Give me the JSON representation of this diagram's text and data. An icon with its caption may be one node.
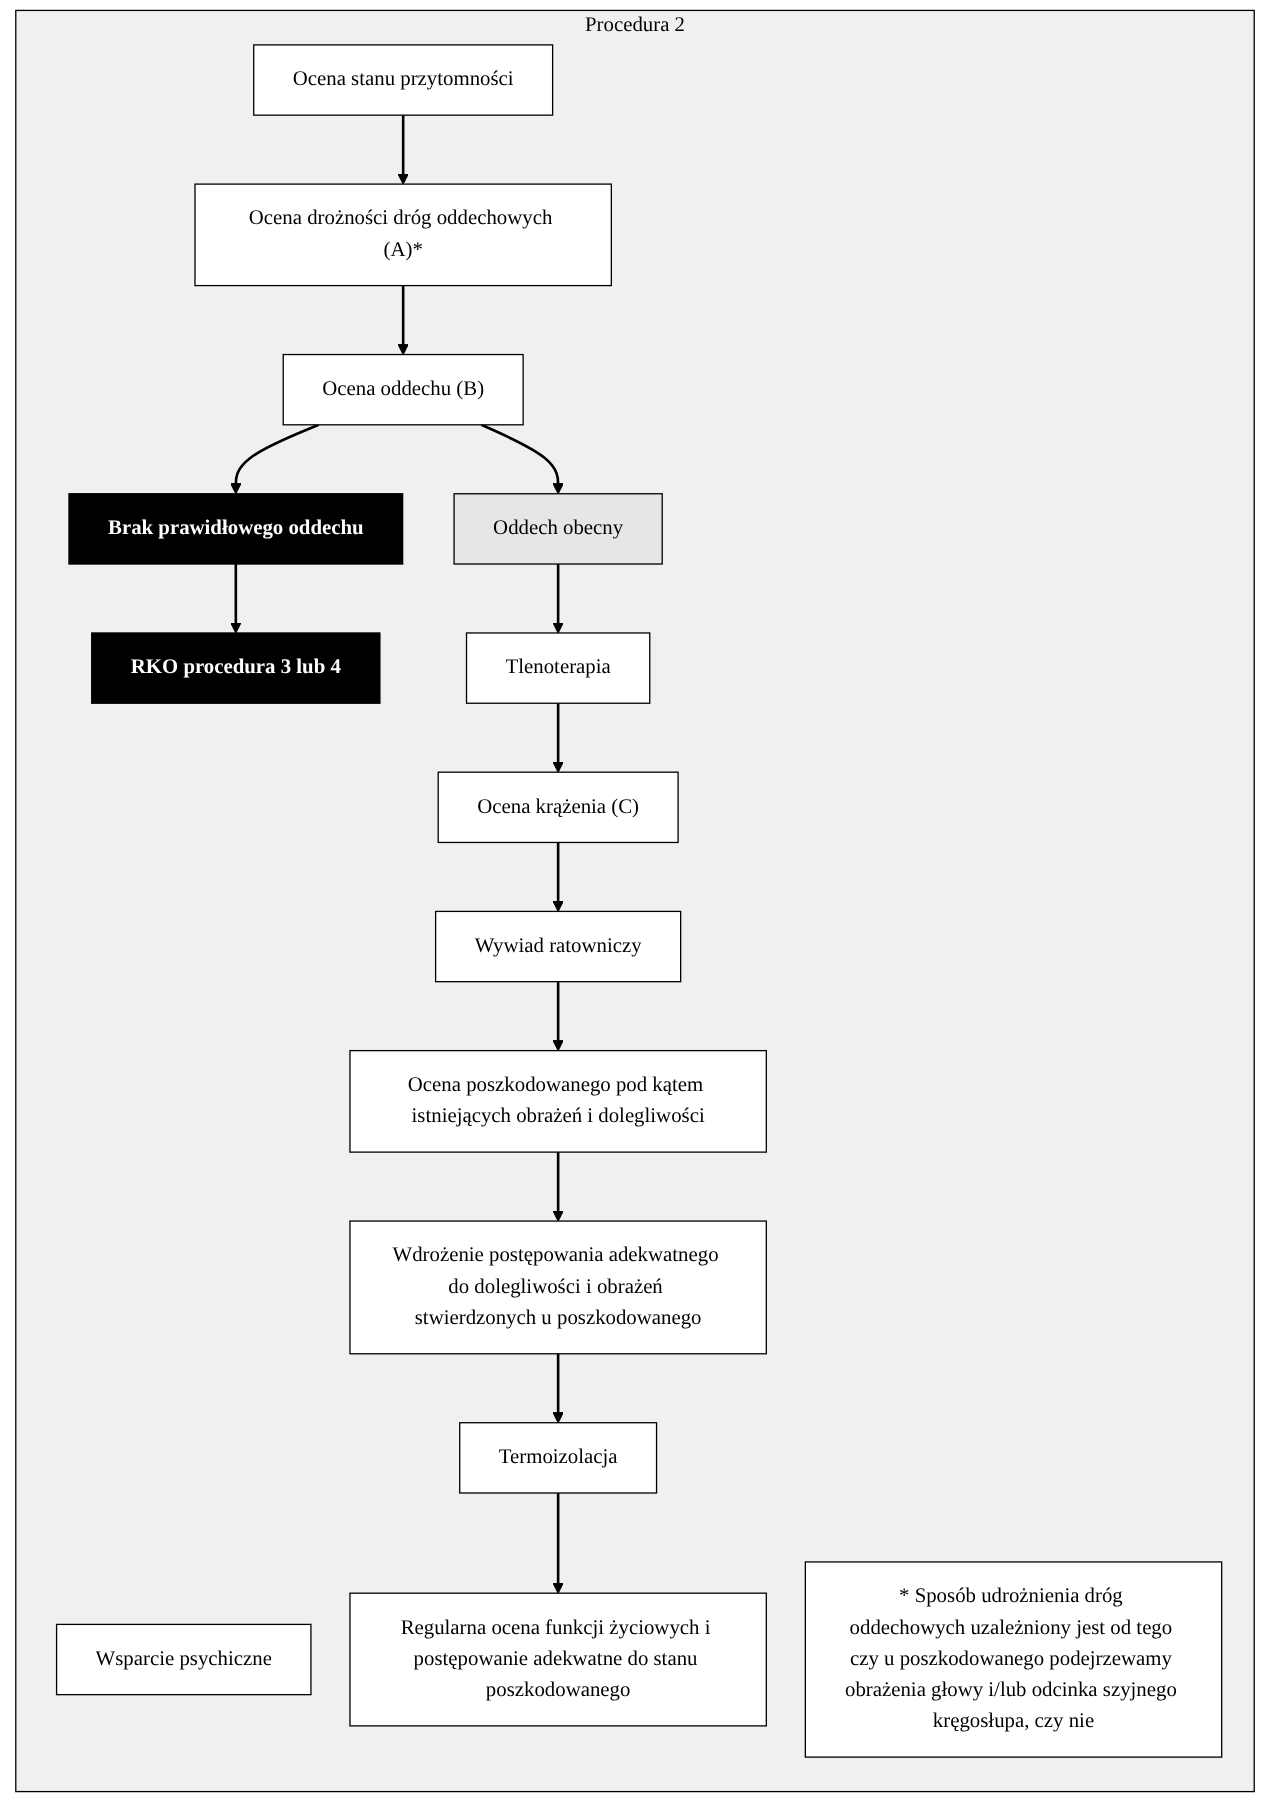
{
  "diagram": {
    "nodes": [
      {
        "text": [
          "Procedura 2"
        ]
      },
      {
        "text": [
          "Wsparcie psychiczne"
        ],
        "in": 0
      },
      {
        "text": [
          "Ocena stanu przytomności"
        ],
        "in": 0
      },
      {
        "text": [
          "Ocena drożności dróg oddechowych (A)*"
        ],
        "in": 0
      },
      {
        "text": [
          "* Sposób udrożnienia dróg oddechowych uzależniony jest od tego czy u poszkodowanego podejrzewamy obrażenia głowy i/lub odcinka szyjnego kręgosłupa, czy nie"
        ],
        "in": 0
      },
      {
        "text": [
          "Ocena oddechu (B)"
        ],
        "in": 0
      },
      {
        "text": [
          "Oddech obecny"
        ],
        "in": 0
      },
      {
        "text": [
          "Brak prawidłowego oddechu"
        ],
        "in": 0
      },
      {
        "text": [
          "RKO procedura 3 lub 4"
        ],
        "in": 0
      },
      {
        "text": [
          "Tlenoterapia"
        ],
        "in": 0
      },
      {
        "text": [
          "Ocena krążenia (C)"
        ],
        "in": 0
      },
      {
        "text": [
          "Wywiad ratowniczy"
        ],
        "in": 0
      },
      {
        "text": [
          "Ocena poszkodowanego pod kątem istniejących obrażeń i dolegliwości"
        ],
        "in": 0
      },
      {
        "text": [
          "Wdrożenie postępowania adekwatnego do dolegliwości i obrażeń stwierdzonych u poszkodowanego"
        ],
        "in": 0
      },
      {
        "text": [
          "Termoizolacja"
        ],
        "in": 0
      },
      {
        "text": [
          "Regularna ocena funkcji życiowych i postępowanie adekwatne do stanu poszkodowanego"
        ],
        "in": 0
      }
    ],
    "edges": [
      {
        "from": 2,
        "to": 3,
        "arrow": "to"
      },
      {
        "from": 3,
        "to": 5,
        "arrow": "to"
      },
      {
        "from": 5,
        "to": 6,
        "arrow": "to"
      },
      {
        "from": 5,
        "to": 7,
        "arrow": "to"
      },
      {
        "from": 7,
        "to": 8,
        "arrow": "to"
      },
      {
        "from": 6,
        "to": 9,
        "arrow": "to"
      },
      {
        "from": 9,
        "to": 10,
        "arrow": "to"
      },
      {
        "from": 10,
        "to": 11,
        "arrow": "to"
      },
      {
        "from": 11,
        "to": 12,
        "arrow": "to"
      },
      {
        "from": 12,
        "to": 13,
        "arrow": "to"
      },
      {
        "from": 13,
        "to": 14,
        "arrow": "to"
      },
      {
        "from": 14,
        "to": 15,
        "arrow": "to"
      }
    ]
  }
}
